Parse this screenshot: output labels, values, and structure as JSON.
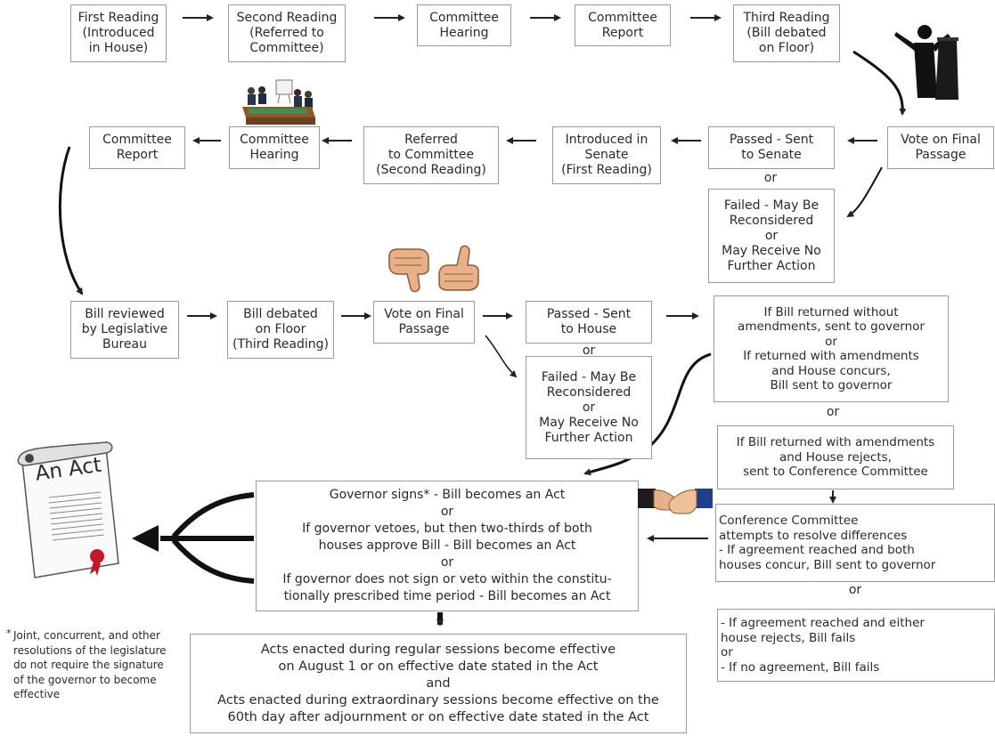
{
  "house_row": {
    "first_reading": "First Reading\n(Introduced\nin House)",
    "second_reading": "Second Reading\n(Referred to\nCommittee)",
    "committee_hearing": "Committee\nHearing",
    "committee_report": "Committee\nReport",
    "third_reading": "Third Reading\n(Bill debated\non Floor)"
  },
  "senate_row": {
    "vote_final": "Vote on Final\nPassage",
    "passed_sent_senate": "Passed - Sent\nto Senate",
    "or": "or",
    "introduced_senate": "Introduced in\nSenate\n(First Reading)",
    "referred_committee": "Referred\nto Committee\n(Second Reading)",
    "committee_hearing": "Committee\nHearing",
    "committee_report": "Committee\nReport",
    "failed": "Failed - May Be\nReconsidered\nor\nMay Receive No\nFurther Action"
  },
  "third_row": {
    "legislative_bureau": "Bill reviewed\nby Legislative\nBureau",
    "bill_debated": "Bill debated\non Floor\n(Third Reading)",
    "vote_final": "Vote on Final\nPassage",
    "passed_sent_house": "Passed - Sent\nto House",
    "or": "or",
    "failed": "Failed - May Be\nReconsidered\nor\nMay Receive No\nFurther Action",
    "returned_box": "If Bill returned without\namendments, sent to governor\nor\nIf returned with amendments\nand House concurs,\nBill sent to governor",
    "or2": "or",
    "rejects_box": "If Bill returned with amendments\nand House rejects,\nsent to Conference Committee"
  },
  "governor": {
    "box": "Governor signs* - Bill becomes an Act\nor\nIf governor vetoes, but then two-thirds of both\nhouses approve Bill - Bill becomes an Act\nor\nIf governor does not sign or veto within the constitu-\ntionally prescribed time period - Bill becomes an Act"
  },
  "conference": {
    "box": "Conference Committee\nattempts to resolve differences\n- If agreement reached and both\n  houses concur, Bill sent to governor",
    "or": "or",
    "fail_box": "- If agreement reached and either\n  house rejects, Bill fails\nor\n- If no agreement, Bill fails"
  },
  "effective": {
    "box": "Acts enacted during regular sessions become effective\non August 1 or on effective date stated in the Act\nand\nActs enacted during extraordinary sessions become effective on the\n60th day after adjournment or on effective date stated in the Act"
  },
  "scroll_title": "An Act",
  "footnote_mark": "*",
  "footnote": "Joint, concurrent, and other\nresolutions of the legislature\ndo not require the signature\nof the governor to become\neffective"
}
